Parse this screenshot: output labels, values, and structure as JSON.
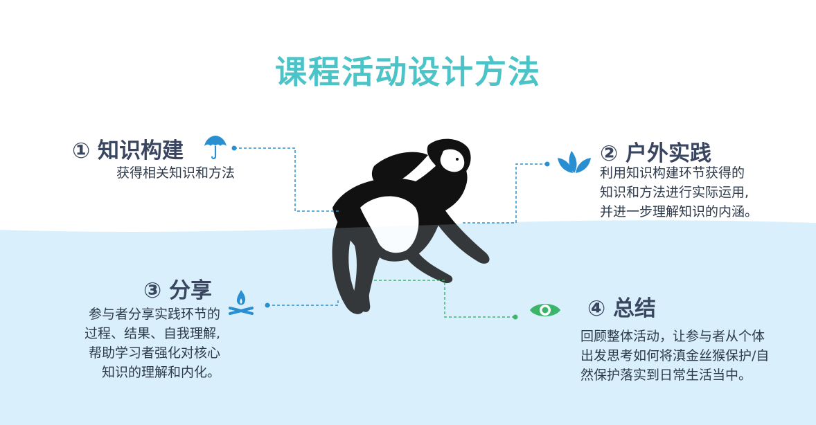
{
  "title": "课程活动设计方法",
  "colors": {
    "title": "#4cc3c7",
    "heading": "#3a4660",
    "water": "#d9f0fc",
    "connector_blue": "#2a8fd0",
    "connector_green": "#3bb56a",
    "eye_green": "#3bb56a",
    "leaf_blue": "#2a8fd0",
    "monkey": "#111111"
  },
  "steps": [
    {
      "heading": "① 知识构建",
      "icon": "umbrella-icon",
      "lines": [
        "获得相关知识和方法"
      ]
    },
    {
      "heading": "② 户外实践",
      "icon": "leaf-icon",
      "lines": [
        "利用知识构建环节获得的",
        "知识和方法进行实际运用,",
        "并进一步理解知识的内涵。"
      ]
    },
    {
      "heading": "③ 分享",
      "icon": "campfire-icon",
      "lines": [
        "参与者分享实践环节的",
        "过程、结果、自我理解,",
        "帮助学习者强化对核心",
        "知识的理解和内化。"
      ]
    },
    {
      "heading": "④ 总结",
      "icon": "eye-icon",
      "lines": [
        "回顾整体活动，让参与者从个体",
        "出发思考如何将滇金丝猴保护/自",
        "然保护落实到日常生活当中。"
      ]
    }
  ],
  "center_icon": "snub-nosed-monkey-icon"
}
